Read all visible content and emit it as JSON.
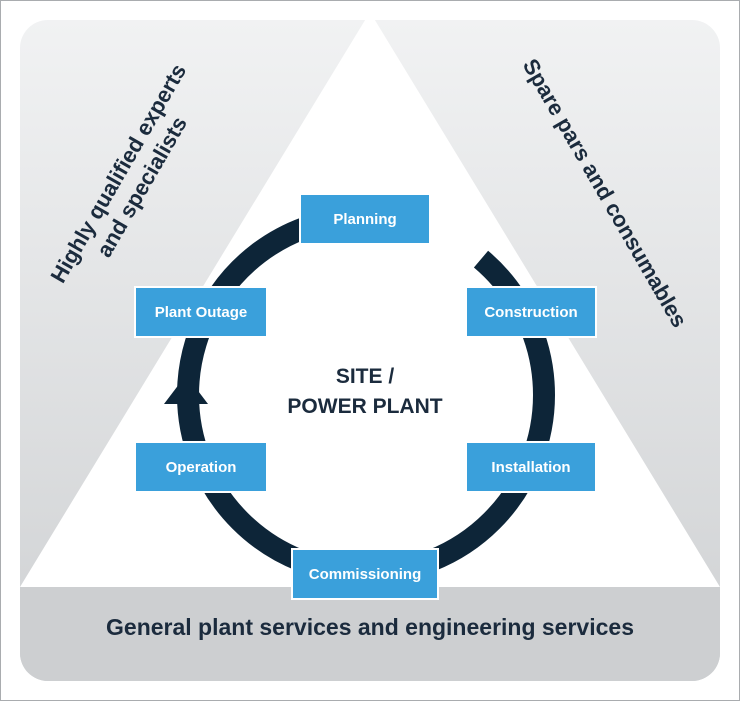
{
  "diagram": {
    "left_side": [
      "Highly qualified experts",
      "and specialists"
    ],
    "right_side": "Spare pars and consumables",
    "bottom_band": "General plant services and engineering services",
    "center": [
      "SITE /",
      "POWER PLANT"
    ],
    "steps": [
      "Planning",
      "Construction",
      "Installation",
      "Commissioning",
      "Operation",
      "Plant Outage"
    ]
  },
  "colors": {
    "step_box": "#3aa0db",
    "ring": "#0d2538",
    "text_dark": "#1b2b3d"
  }
}
